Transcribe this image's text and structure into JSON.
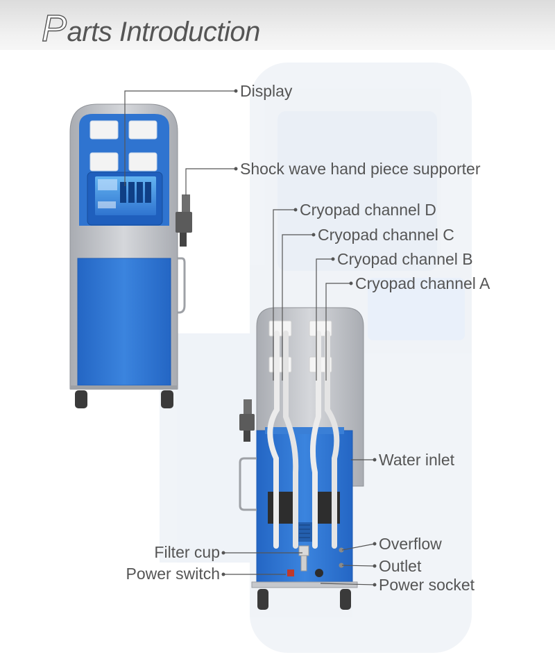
{
  "header": {
    "title_initial": "P",
    "title_rest": "arts Introduction"
  },
  "labels": {
    "display": "Display",
    "supporter": "Shock wave hand piece supporter",
    "cryo_d": "Cryopad channel D",
    "cryo_c": "Cryopad channel C",
    "cryo_b": "Cryopad channel B",
    "cryo_a": "Cryopad channel A",
    "water_inlet": "Water inlet",
    "overflow": "Overflow",
    "outlet": "Outlet",
    "power_socket": "Power socket",
    "filter_cup": "Filter cup",
    "power_switch": "Power switch"
  },
  "colors": {
    "machine_blue": "#2f74d0",
    "frame_gray": "#b9bcc2",
    "text": "#555555",
    "leader": "#555555"
  }
}
